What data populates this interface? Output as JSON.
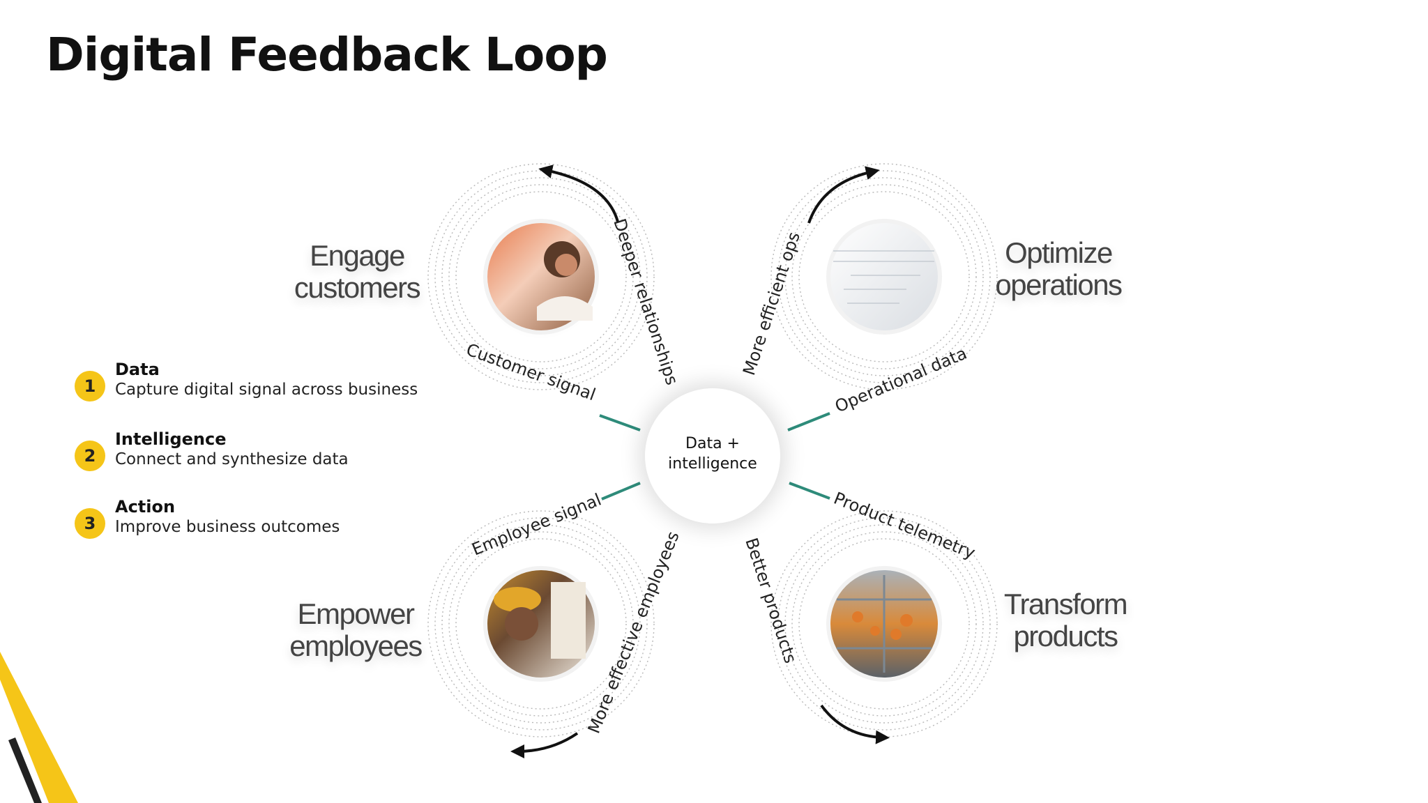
{
  "title": "Digital Feedback Loop",
  "legend": [
    {
      "num": "1",
      "heading": "Data",
      "desc": "Capture digital signal across business"
    },
    {
      "num": "2",
      "heading": "Intelligence",
      "desc": "Connect and synthesize data"
    },
    {
      "num": "3",
      "heading": "Action",
      "desc": "Improve business outcomes"
    }
  ],
  "center": {
    "line1": "Data +",
    "line2": "intelligence"
  },
  "quadrants": {
    "engage": {
      "line1": "Engage",
      "line2": "customers"
    },
    "optimize": {
      "line1": "Optimize",
      "line2": "operations"
    },
    "empower": {
      "line1": "Empower",
      "line2": "employees"
    },
    "transform": {
      "line1": "Transform",
      "line2": "products"
    }
  },
  "signals": {
    "customer": "Customer signal",
    "operational": "Operational data",
    "employee": "Employee signal",
    "product": "Product telemetry"
  },
  "outcomes": {
    "deeper": "Deeper relationships",
    "efficient": "More efficient ops",
    "effective": "More effective employees",
    "better": "Better products"
  },
  "colors": {
    "accent": "#f5c518",
    "connector": "#2e8b7a",
    "text": "#111111"
  }
}
